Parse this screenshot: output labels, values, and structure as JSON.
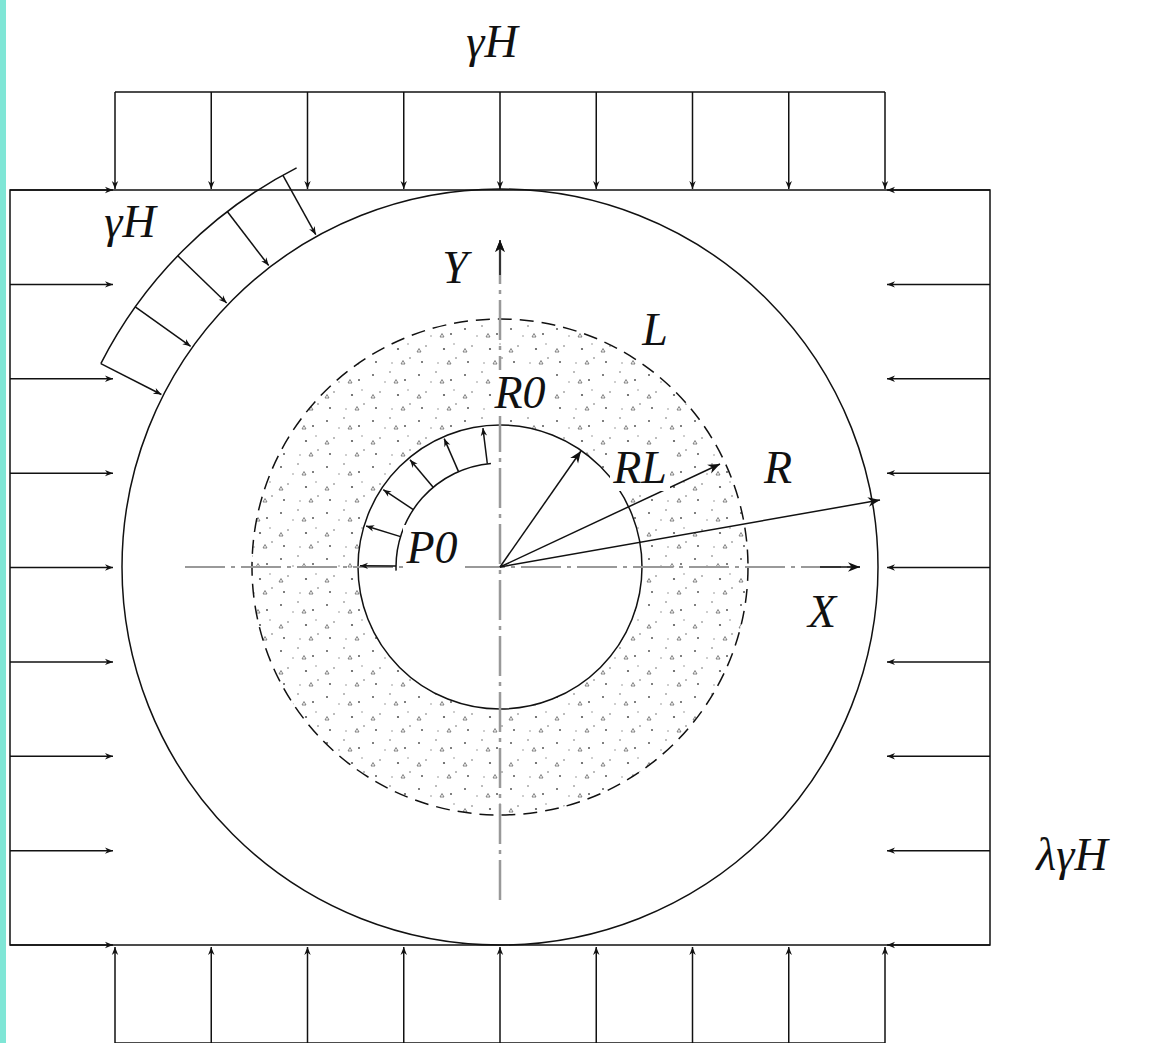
{
  "diagram": {
    "labels": [
      "γH",
      "γH",
      "Y",
      "L",
      "R0",
      "RL",
      "R",
      "P0",
      "X",
      "λγH"
    ]
  }
}
